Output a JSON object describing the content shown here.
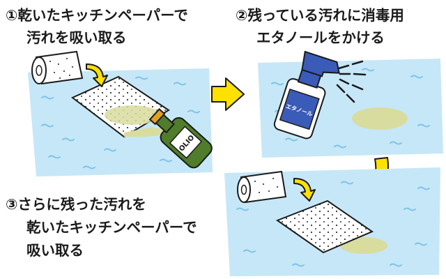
{
  "steps": [
    {
      "line1": "①乾いたキッチンペーパーで",
      "line2": "汚れを吸い取る"
    },
    {
      "line1": "②残っている汚れに消毒用",
      "line2": "エタノールをかける"
    },
    {
      "line1": "③さらに残った汚れを",
      "line2": "乾いたキッチンペーパーで",
      "line3": "吸い取る"
    }
  ],
  "bottle_label": "OLIO",
  "spray_label": "エタノール",
  "colors": {
    "background_panel": "#c6e7f7",
    "arrow": "#ffe100",
    "stain": "#d8dc9e",
    "outline": "#1a1a1a",
    "bottle_green": "#4f7d2b",
    "spray_blue": "#3b5bb8"
  },
  "icons": [
    "paper-towel-roll-icon",
    "olive-oil-bottle-icon",
    "spray-bottle-icon",
    "curved-arrow-icon",
    "right-arrow-icon"
  ]
}
